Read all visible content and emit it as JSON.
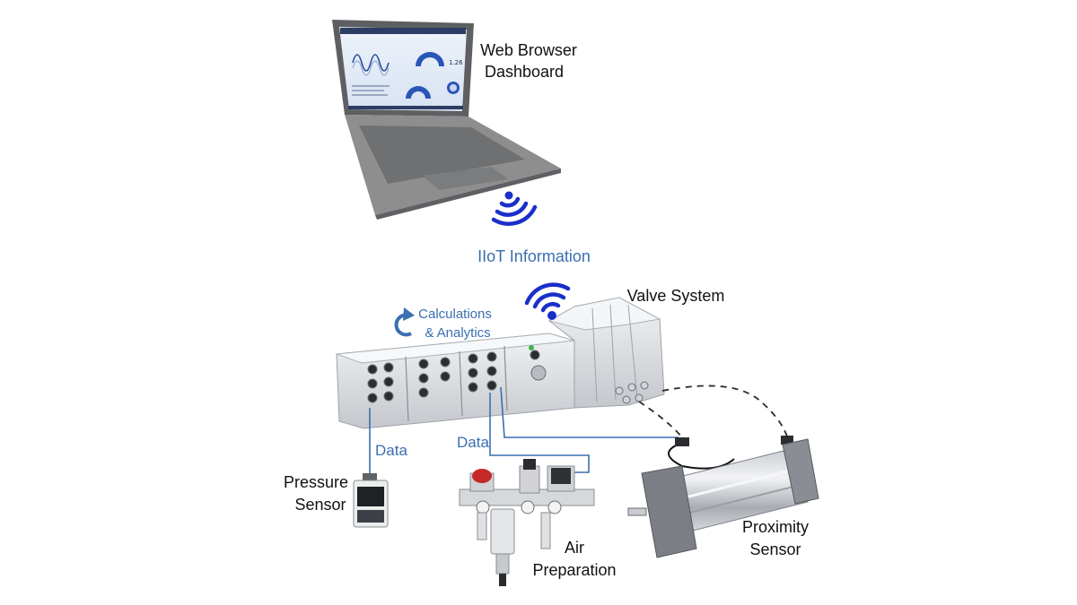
{
  "labels": {
    "web_browser_dashboard": "Web Browser Dashboard",
    "web_browser_line1": "Web Browser",
    "web_browser_line2": "Dashboard",
    "iiot_information": "IIoT Information",
    "valve_system": "Valve System",
    "calculations_line1": "Calculations",
    "calculations_line2": "& Analytics",
    "data_left": "Data",
    "data_center": "Data",
    "pressure_line1": "Pressure",
    "pressure_line2": "Sensor",
    "air_line1": "Air",
    "air_line2": "Preparation",
    "proximity_line1": "Proximity",
    "proximity_line2": "Sensor"
  },
  "dashboard": {
    "readout": "1.26"
  },
  "colors": {
    "wifi": "#1a2fc9",
    "data_link": "#3a6fb0",
    "accent_blue": "#3a6fb0",
    "valve_body": "#d9dbde",
    "laptop": "#8e8e8e"
  },
  "icons": {
    "wifi_laptop": "wifi-icon",
    "wifi_valve": "wifi-icon",
    "cycle_arrow": "circular-arrow-icon"
  }
}
